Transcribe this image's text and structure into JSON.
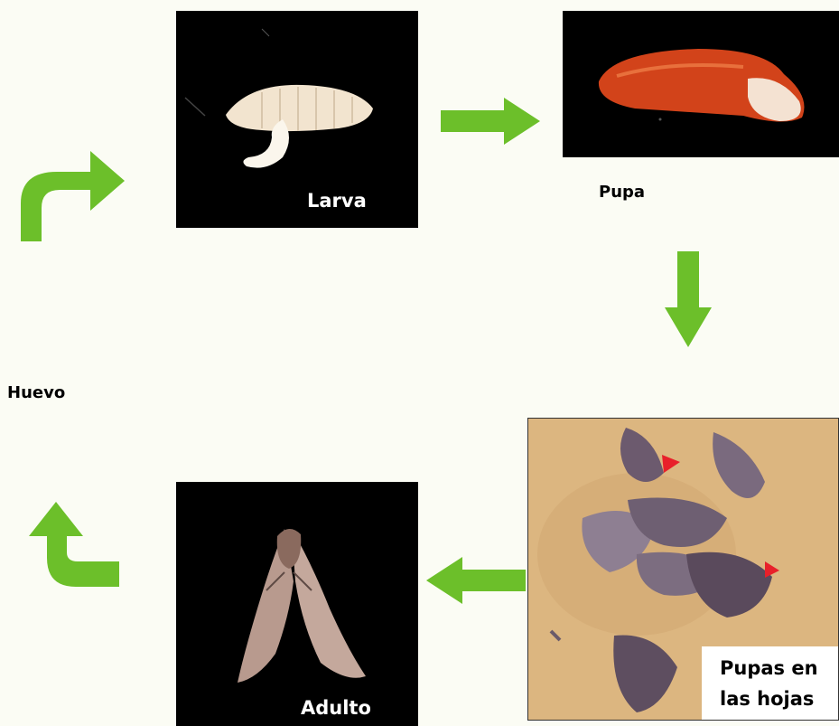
{
  "stages": {
    "larva": "Larva",
    "pupa": "Pupa",
    "pupas_hojas_line1": "Pupas en",
    "pupas_hojas_line2": "las hojas",
    "adulto": "Adulto",
    "huevo": "Huevo"
  },
  "colors": {
    "arrow": "#6cbf2a",
    "arrow_dark": "#4f9a1a",
    "panel_bg": "#000000",
    "label_on_dark": "#ffffff",
    "label_on_light": "#000000",
    "marker": "#e8202a"
  },
  "icons": {
    "arrow_right": "arrow-right-icon",
    "arrow_down": "arrow-down-icon",
    "arrow_left": "arrow-left-icon",
    "arrow_curve_up_right": "curved-arrow-up-right-icon",
    "arrow_curve_up_left": "curved-arrow-up-left-icon"
  }
}
